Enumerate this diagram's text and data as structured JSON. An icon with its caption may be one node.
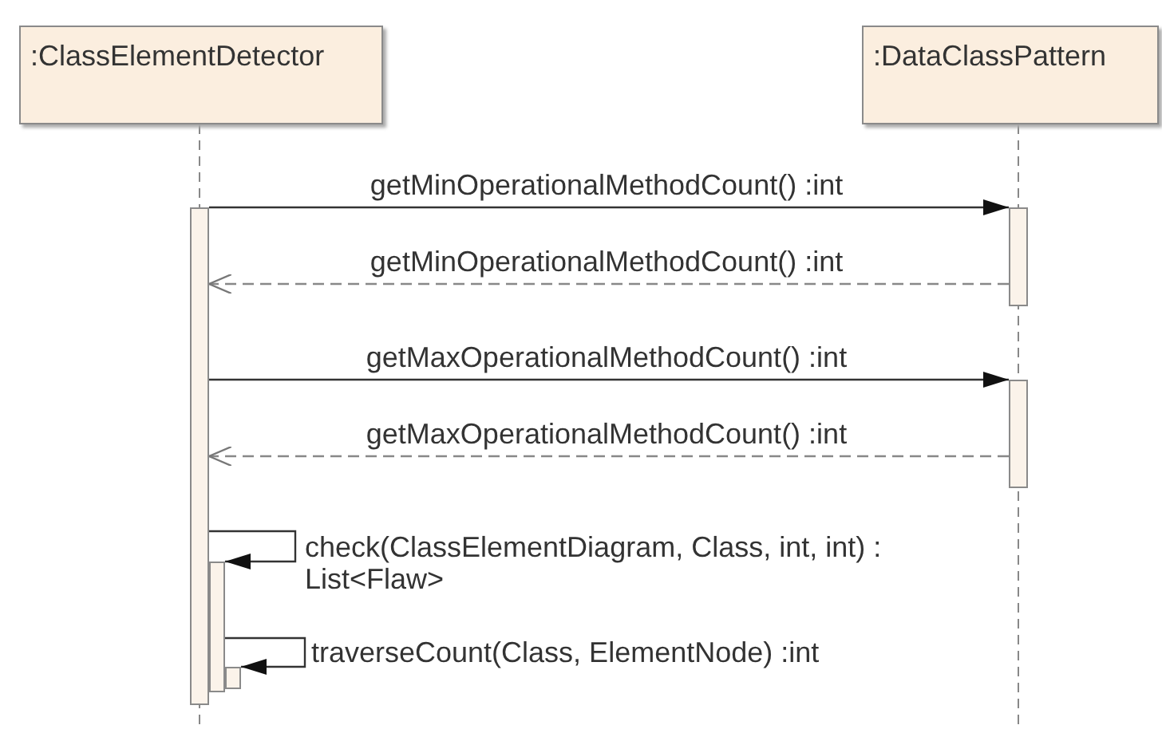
{
  "diagram": {
    "nodes": [
      {
        "text": [
          ":ClassElementDetector"
        ]
      },
      {
        "text": [
          ":DataClassPattern"
        ]
      },
      {
        "text": [],
        "shape": "bar"
      },
      {
        "text": [],
        "shape": "bar"
      },
      {
        "text": [],
        "shape": "bar"
      },
      {
        "text": [],
        "shape": "bar"
      },
      {
        "text": [],
        "shape": "bar"
      }
    ],
    "edges": [
      {
        "from": 2,
        "to": 3,
        "arrow": "to",
        "label": "getMinOperationalMethodCount() :int"
      },
      {
        "from": 3,
        "to": 2,
        "arrow": "to",
        "style": "dashed",
        "label": "getMinOperationalMethodCount() :int"
      },
      {
        "from": 2,
        "to": 4,
        "arrow": "to",
        "label": "getMaxOperationalMethodCount() :int"
      },
      {
        "from": 4,
        "to": 2,
        "arrow": "to",
        "style": "dashed",
        "label": "getMaxOperationalMethodCount() :int"
      },
      {
        "from": 2,
        "to": 5,
        "arrow": "to",
        "label": "check(ClassElementDiagram, Class, int, int) : List<Flaw>"
      },
      {
        "from": 5,
        "to": 6,
        "arrow": "to",
        "label": "traverseCount(Class, ElementNode) :int"
      }
    ]
  }
}
